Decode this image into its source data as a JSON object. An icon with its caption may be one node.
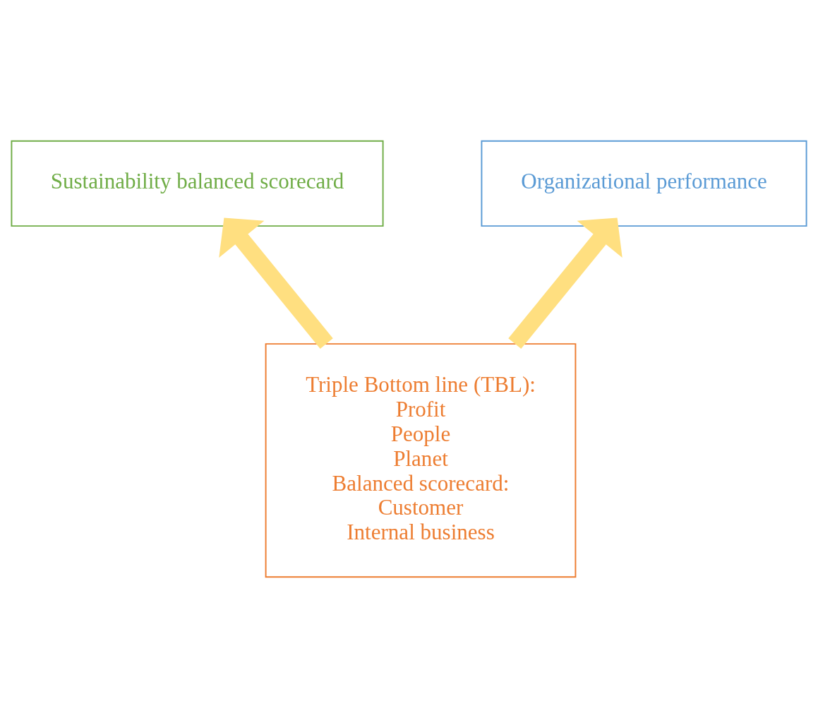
{
  "diagram": {
    "nodes": [
      {
        "text": [
          "Sustainability balanced scorecard"
        ]
      },
      {
        "text": [
          "Organizational performance"
        ]
      },
      {
        "text": [
          "Triple Bottom line (TBL):",
          "Profit",
          "People",
          "Planet",
          "Balanced scorecard:",
          "Customer",
          "Internal business"
        ]
      }
    ],
    "edges": [
      {
        "from": 2,
        "to": 0,
        "arrow": "to",
        "color": "#ffdf80"
      },
      {
        "from": 2,
        "to": 1,
        "arrow": "to",
        "color": "#ffdf80"
      }
    ]
  }
}
